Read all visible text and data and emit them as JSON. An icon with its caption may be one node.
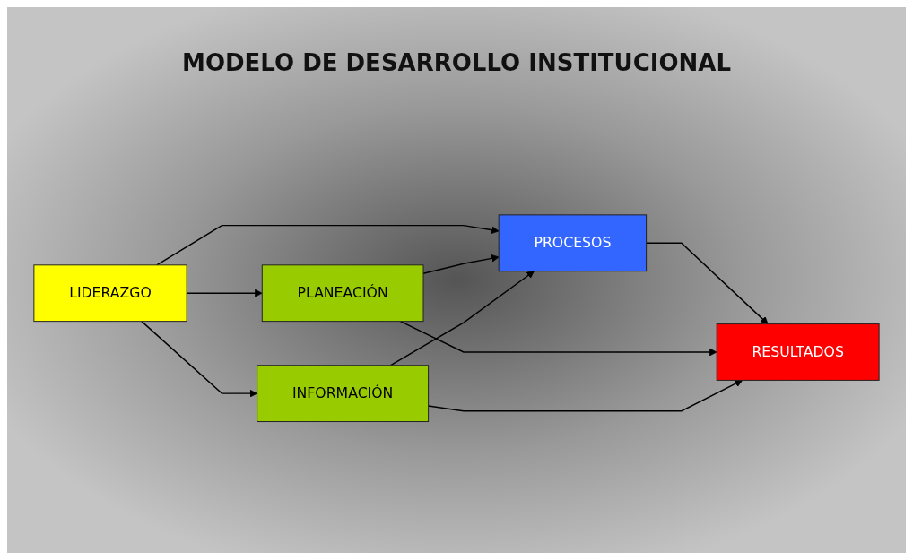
{
  "diagram": {
    "title": "MODELO DE DESARROLLO INSTITUCIONAL",
    "nodes": [
      {
        "text": [
          "LIDERAZGO"
        ]
      },
      {
        "text": [
          "PLANEACIÓN"
        ]
      },
      {
        "text": [
          "PROCESOS"
        ]
      },
      {
        "text": [
          "INFORMACIÓN"
        ]
      },
      {
        "text": [
          "RESULTADOS"
        ]
      }
    ],
    "edges": [
      {
        "from": 0,
        "to": 1,
        "arrow": "to"
      },
      {
        "from": 0,
        "to": 2,
        "arrow": "to"
      },
      {
        "from": 0,
        "to": 3,
        "arrow": "to"
      },
      {
        "from": 1,
        "to": 2,
        "arrow": "to"
      },
      {
        "from": 3,
        "to": 2,
        "arrow": "to"
      },
      {
        "from": 2,
        "to": 4,
        "arrow": "to"
      },
      {
        "from": 1,
        "to": 4,
        "arrow": "to"
      },
      {
        "from": 3,
        "to": 4,
        "arrow": "to"
      }
    ]
  }
}
